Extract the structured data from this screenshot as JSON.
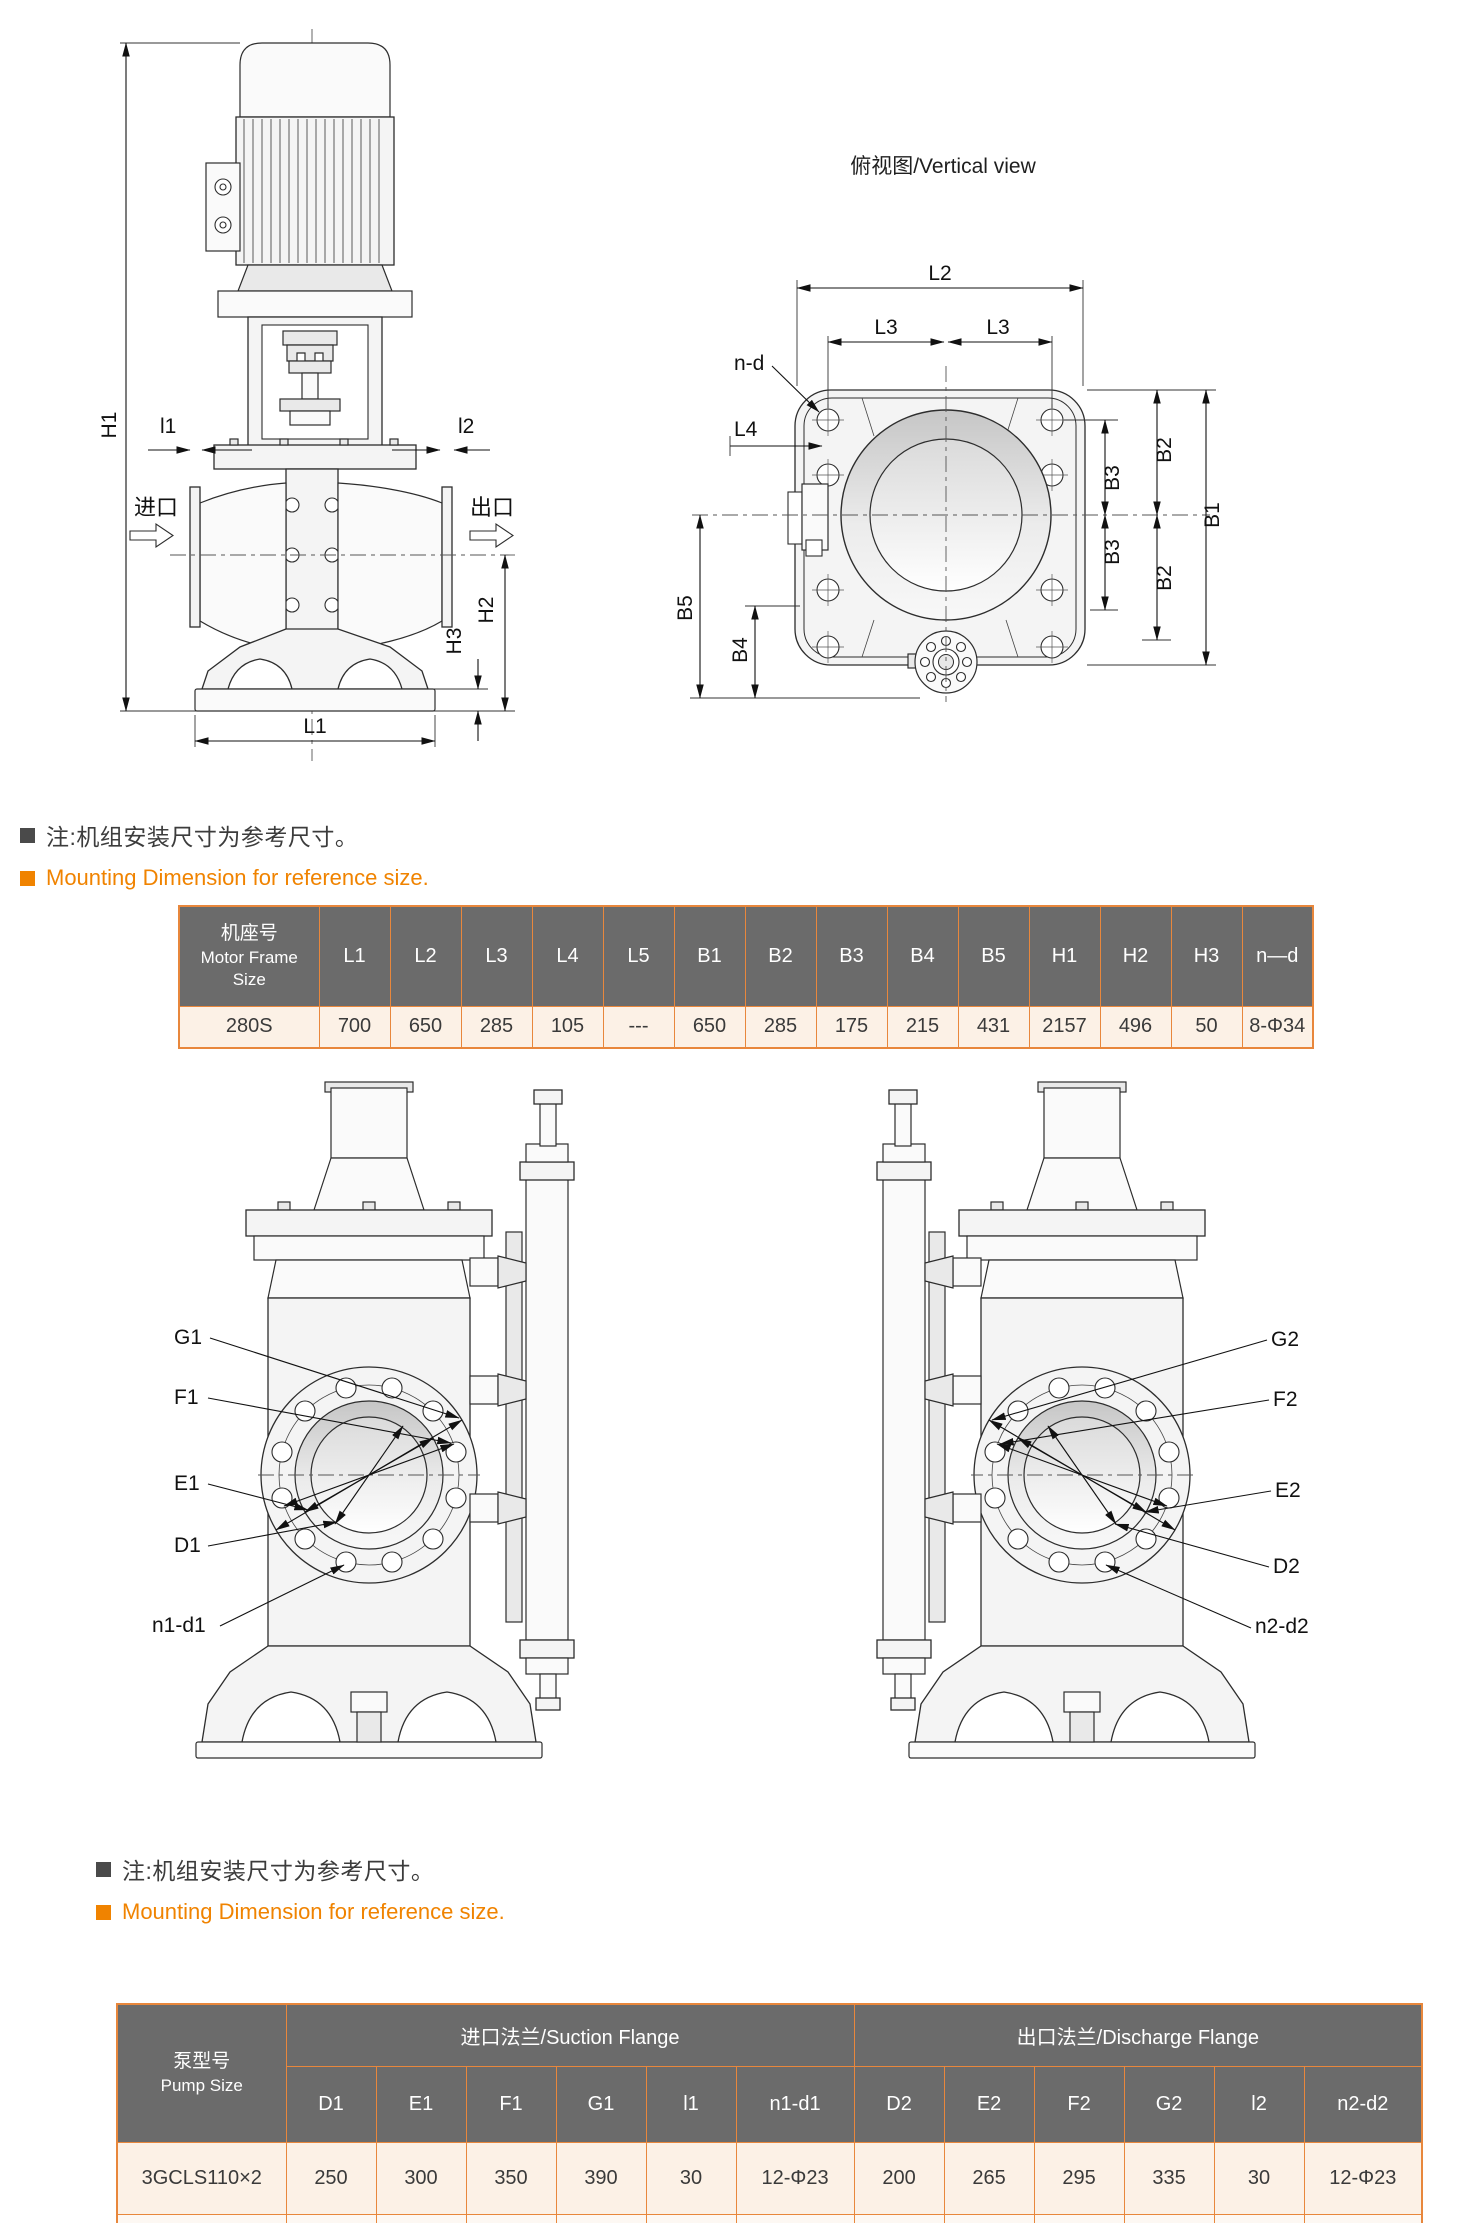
{
  "colors": {
    "accent_orange": "#e8873c",
    "table_header_bg": "#6b6b6b",
    "table_row_bg": "#fcf1e6",
    "note_orange": "#f08300",
    "note_dark": "#3c3c3c",
    "drawing_line": "#2d2d2d"
  },
  "side_view": {
    "H1": "H1",
    "l1": "l1",
    "l2": "l2",
    "inlet": "进口",
    "outlet": "出口",
    "H2": "H2",
    "H3": "H3",
    "L1": "L1"
  },
  "top_view": {
    "title": "俯视图/Vertical view",
    "L2": "L2",
    "L3a": "L3",
    "L3b": "L3",
    "nd": "n-d",
    "L4": "L4",
    "B5": "B5",
    "B4": "B4",
    "B3a": "B3",
    "B3b": "B3",
    "B2a": "B2",
    "B2b": "B2",
    "B1": "B1"
  },
  "note": {
    "zh": "注:机组安装尺寸为参考尺寸。",
    "en": "Mounting Dimension for reference size."
  },
  "table1": {
    "frame_header": {
      "zh": "机座号",
      "en_line1": "Motor Frame",
      "en_line2": "Size"
    },
    "columns": [
      "L1",
      "L2",
      "L3",
      "L4",
      "L5",
      "B1",
      "B2",
      "B3",
      "B4",
      "B5",
      "H1",
      "H2",
      "H3",
      "n—d"
    ],
    "row": {
      "frame_size": "280S",
      "values": [
        "700",
        "650",
        "285",
        "105",
        "---",
        "650",
        "285",
        "175",
        "215",
        "431",
        "2157",
        "496",
        "50",
        "8-Φ34"
      ]
    }
  },
  "suction_view": {
    "G1": "G1",
    "F1": "F1",
    "E1": "E1",
    "D1": "D1",
    "n1d1": "n1-d1"
  },
  "discharge_view": {
    "G2": "G2",
    "F2": "F2",
    "E2": "E2",
    "D2": "D2",
    "n2d2": "n2-d2"
  },
  "table2": {
    "pump_header": {
      "zh": "泵型号",
      "en": "Pump Size"
    },
    "suction_group": "进口法兰/Suction Flange",
    "discharge_group": "出口法兰/Discharge Flange",
    "sub_columns": [
      "D1",
      "E1",
      "F1",
      "G1",
      "l1",
      "n1-d1",
      "D2",
      "E2",
      "F2",
      "G2",
      "l2",
      "n2-d2"
    ],
    "row": {
      "pump_size": "3GCLS110×2",
      "values": [
        "250",
        "300",
        "350",
        "390",
        "30",
        "12-Φ23",
        "200",
        "265",
        "295",
        "335",
        "30",
        "12-Φ23"
      ]
    }
  }
}
